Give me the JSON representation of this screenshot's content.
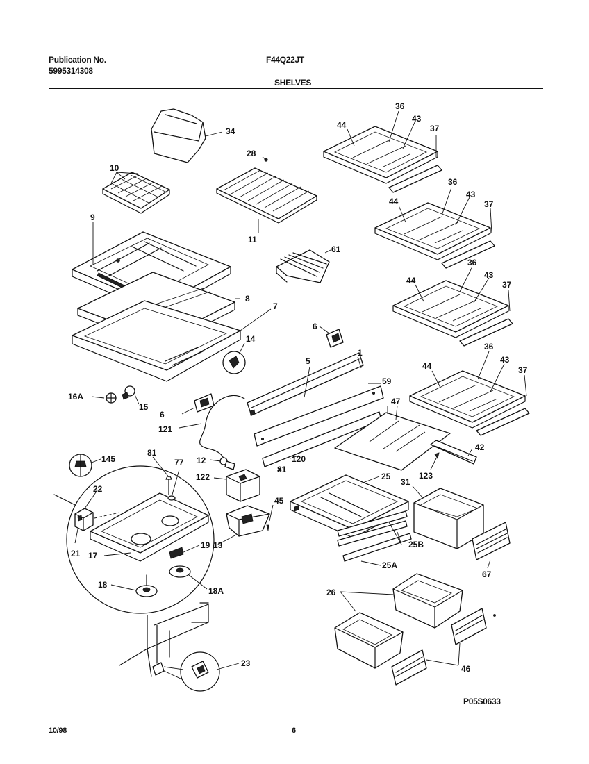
{
  "header": {
    "publication_label": "Publication No.",
    "publication_number": "5995314308",
    "model": "F44Q22JT",
    "section": "SHELVES"
  },
  "footer": {
    "date": "10/98",
    "page": "6",
    "drawing_code": "P05S0633"
  },
  "callouts": [
    "34",
    "28",
    "10",
    "11",
    "9",
    "61",
    "8",
    "7",
    "14",
    "6",
    "5",
    "1",
    "59",
    "16A",
    "15",
    "6",
    "121",
    "47",
    "12",
    "122",
    "120",
    "81",
    "77",
    "145",
    "22",
    "45",
    "25",
    "31",
    "25B",
    "25A",
    "19",
    "13",
    "21",
    "17",
    "18",
    "18A",
    "26",
    "67",
    "46",
    "23",
    "44",
    "36",
    "43",
    "37",
    "44",
    "36",
    "43",
    "37",
    "44",
    "36",
    "43",
    "37",
    "44",
    "36",
    "43",
    "37",
    "42",
    "123",
    "81"
  ]
}
